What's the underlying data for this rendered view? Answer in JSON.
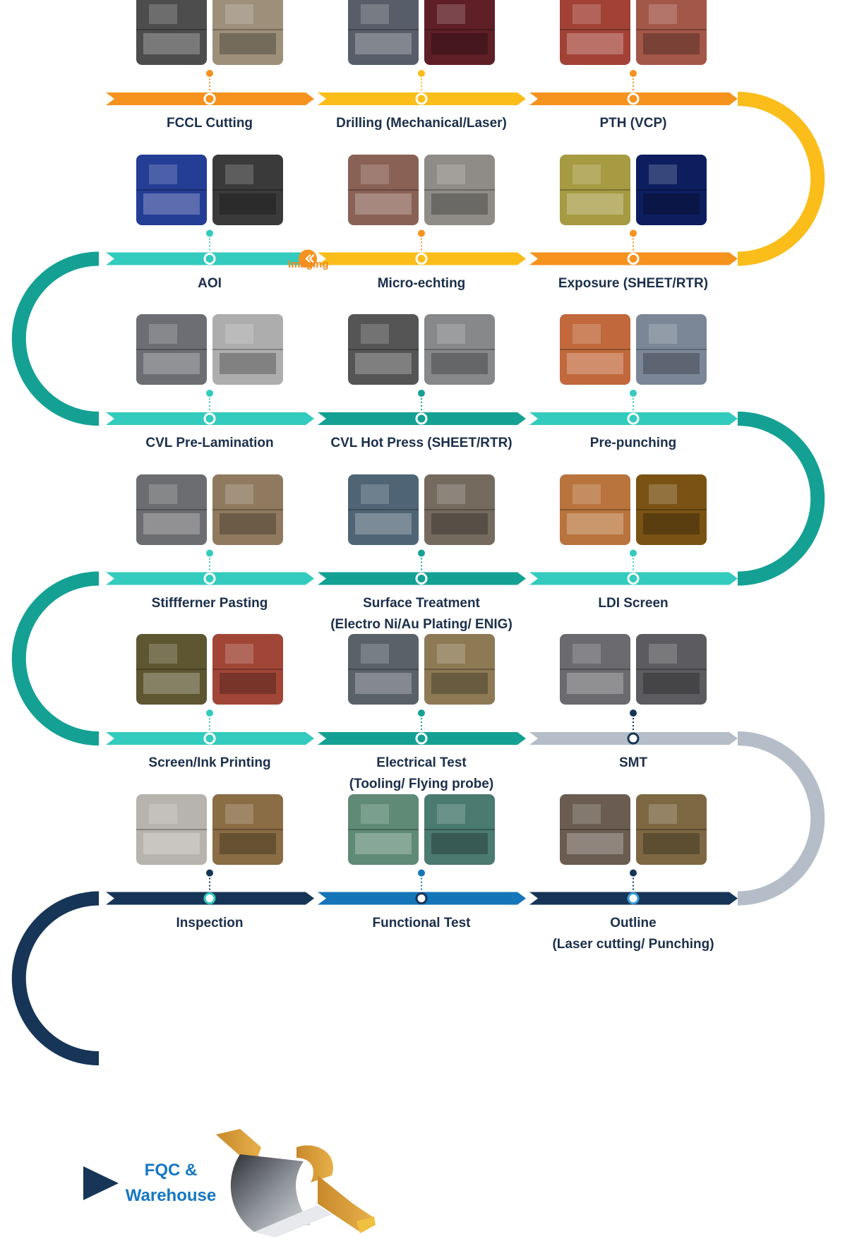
{
  "title": "",
  "colors": {
    "orange": "#f6921e",
    "yellow": "#fbbd1a",
    "teal_light": "#33cbbd",
    "teal_dark": "#14a194",
    "gray": "#b4bdc8",
    "blue": "#1476b8",
    "navy": "#163557",
    "label_text": "#1b2f4a",
    "accent_text": "#1577c2"
  },
  "imaging_label": "Imaging",
  "imaging_badge_icon": "double-chevron-left-icon",
  "final": {
    "line1": "FQC &",
    "line2": "Warehouse",
    "arrow_icon": "arrow-right-icon"
  },
  "steps": [
    {
      "id": "fccl-cutting",
      "row": 0,
      "col": 0,
      "lines": [
        "FCCL Cutting"
      ],
      "band": "orange",
      "connector": "orange",
      "node": "white-ring",
      "photos": [
        "#4d4d4d",
        "#9d8f7a"
      ]
    },
    {
      "id": "drilling",
      "row": 0,
      "col": 1,
      "lines": [
        "Drilling (Mechanical/Laser)"
      ],
      "band": "yellow",
      "connector": "yellow",
      "node": "white-ring",
      "photos": [
        "#585e69",
        "#5e1f26"
      ]
    },
    {
      "id": "pth",
      "row": 0,
      "col": 2,
      "lines": [
        "PTH (VCP)"
      ],
      "band": "orange",
      "connector": "orange",
      "node": "white-ring",
      "photos": [
        "#a24236",
        "#a35749"
      ]
    },
    {
      "id": "aoi",
      "row": 1,
      "col": 0,
      "lines": [
        "AOI"
      ],
      "band": "teal_light",
      "connector": "teal_light",
      "node": "white-ring",
      "photos": [
        "#243d95",
        "#3a3a3a"
      ]
    },
    {
      "id": "micro-etching",
      "row": 1,
      "col": 1,
      "lines": [
        "Micro-echting"
      ],
      "band": "yellow",
      "connector": "orange",
      "node": "white-ring",
      "photos": [
        "#8a6155",
        "#8f8c87"
      ]
    },
    {
      "id": "exposure",
      "row": 1,
      "col": 2,
      "lines": [
        "Exposure (SHEET/RTR)"
      ],
      "band": "orange",
      "connector": "orange",
      "node": "white-ring",
      "photos": [
        "#a69a42",
        "#0c1e5e"
      ]
    },
    {
      "id": "cvl-pre-lamination",
      "row": 2,
      "col": 0,
      "lines": [
        "CVL Pre-Lamination"
      ],
      "band": "teal_light",
      "connector": "teal_light",
      "node": "white-ring",
      "photos": [
        "#6d6e73",
        "#adadad"
      ]
    },
    {
      "id": "cvl-hot-press",
      "row": 2,
      "col": 1,
      "lines": [
        "CVL Hot Press (SHEET/RTR)"
      ],
      "band": "teal_dark",
      "connector": "teal_dark",
      "node": "white-ring",
      "photos": [
        "#555555",
        "#86888a"
      ]
    },
    {
      "id": "pre-punching",
      "row": 2,
      "col": 2,
      "lines": [
        "Pre-punching"
      ],
      "band": "teal_light",
      "connector": "teal_light",
      "node": "white-ring",
      "photos": [
        "#c1693c",
        "#7b8797"
      ]
    },
    {
      "id": "stiffener-pasting",
      "row": 3,
      "col": 0,
      "lines": [
        "Stiffferner Pasting"
      ],
      "band": "teal_light",
      "connector": "teal_light",
      "node": "white-ring",
      "photos": [
        "#6c6d70",
        "#8f7a5f"
      ]
    },
    {
      "id": "surface-treatment",
      "row": 3,
      "col": 1,
      "lines": [
        "Surface Treatment",
        "(Electro Ni/Au Plating/ ENIG)"
      ],
      "band": "teal_dark",
      "connector": "teal_dark",
      "node": "white-ring",
      "photos": [
        "#4f6575",
        "#756a5e"
      ]
    },
    {
      "id": "ldi-screen",
      "row": 3,
      "col": 2,
      "lines": [
        "LDI Screen"
      ],
      "band": "teal_light",
      "connector": "teal_light",
      "node": "white-ring",
      "photos": [
        "#b8743c",
        "#7a5314"
      ]
    },
    {
      "id": "screen-printing",
      "row": 4,
      "col": 0,
      "lines": [
        "Screen/Ink Printing"
      ],
      "band": "teal_light",
      "connector": "teal_light",
      "node": "white-ring",
      "photos": [
        "#5e5631",
        "#a14637"
      ]
    },
    {
      "id": "electrical-test",
      "row": 4,
      "col": 1,
      "lines": [
        "Electrical Test",
        "(Tooling/ Flying probe)"
      ],
      "band": "teal_dark",
      "connector": "teal_dark",
      "node": "white-ring",
      "photos": [
        "#5a6269",
        "#8d7a55"
      ]
    },
    {
      "id": "smt",
      "row": 4,
      "col": 2,
      "lines": [
        "SMT"
      ],
      "band": "gray",
      "connector": "navy",
      "node": "navy-ring",
      "photos": [
        "#6b6a6e",
        "#5c5c60"
      ]
    },
    {
      "id": "inspection",
      "row": 5,
      "col": 0,
      "lines": [
        "Inspection"
      ],
      "band": "navy",
      "connector": "navy",
      "node": "teal-ring",
      "photos": [
        "#b7b3ae",
        "#8a6c45"
      ]
    },
    {
      "id": "functional-test",
      "row": 5,
      "col": 1,
      "lines": [
        "Functional Test"
      ],
      "band": "blue",
      "connector": "blue",
      "node": "navy-ring",
      "photos": [
        "#5f8a76",
        "#4a7a70"
      ]
    },
    {
      "id": "outline",
      "row": 5,
      "col": 2,
      "lines": [
        "Outline",
        "(Laser cutting/ Punching)"
      ],
      "band": "navy",
      "connector": "navy",
      "node": "blue-ring",
      "photos": [
        "#6a5c50",
        "#7d6843"
      ]
    }
  ],
  "loops": [
    {
      "between": [
        0,
        1
      ],
      "side": "right",
      "color": "yellow"
    },
    {
      "between": [
        1,
        2
      ],
      "side": "left",
      "color": "teal_dark"
    },
    {
      "between": [
        2,
        3
      ],
      "side": "right",
      "color": "teal_dark"
    },
    {
      "between": [
        3,
        4
      ],
      "side": "left",
      "color": "teal_dark"
    },
    {
      "between": [
        4,
        5
      ],
      "side": "right",
      "color": "gray"
    },
    {
      "between": [
        5,
        6
      ],
      "side": "left",
      "color": "navy"
    }
  ]
}
